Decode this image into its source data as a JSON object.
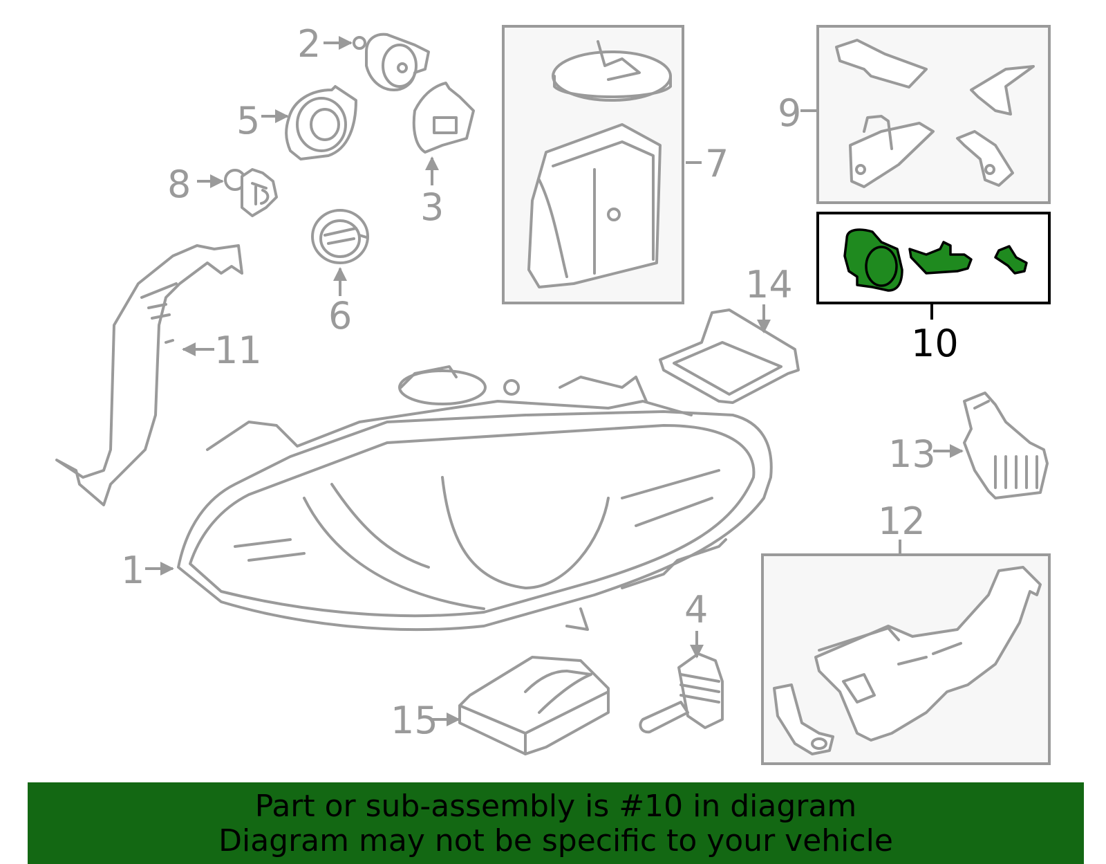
{
  "callouts": {
    "c1": "1",
    "c2": "2",
    "c3": "3",
    "c4": "4",
    "c5": "5",
    "c6": "6",
    "c7": "7",
    "c8": "8",
    "c9": "9",
    "c10": "10",
    "c11": "11",
    "c12": "12",
    "c13": "13",
    "c14": "14",
    "c15": "15"
  },
  "highlighted_part": "10",
  "colors": {
    "highlight": "#1f8a1f",
    "banner": "#136813",
    "line_art": "#9a9a9a"
  },
  "banner": {
    "line1": "Part or sub-assembly is #10 in diagram",
    "line2": "Diagram may not be specific to your vehicle"
  }
}
